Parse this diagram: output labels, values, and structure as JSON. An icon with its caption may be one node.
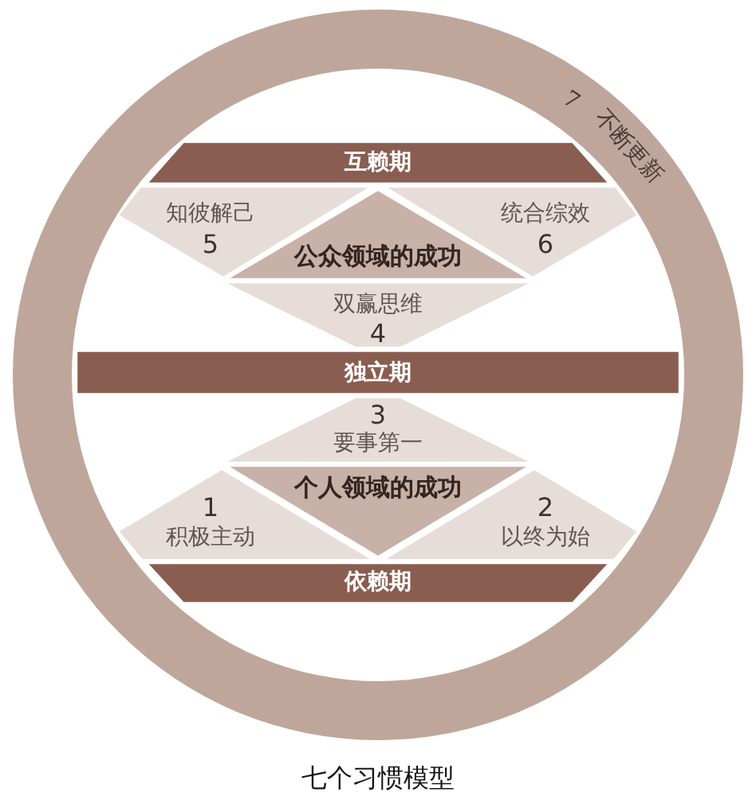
{
  "diagram": {
    "caption": "七个习惯模型",
    "nodes": [
      {
        "text": [
          "7",
          "不断更新"
        ]
      },
      {
        "text": [
          "互赖期"
        ],
        "in": 0
      },
      {
        "text": [
          "知彼解己",
          "5"
        ],
        "in": 0
      },
      {
        "text": [
          "统合综效",
          "6"
        ],
        "in": 0
      },
      {
        "text": [
          "公众领域的成功"
        ],
        "in": 0
      },
      {
        "text": [
          "双赢思维",
          "4"
        ],
        "in": 0
      },
      {
        "text": [
          "独立期"
        ],
        "in": 0
      },
      {
        "text": [
          "3",
          "要事第一"
        ],
        "in": 0
      },
      {
        "text": [
          "个人领域的成功"
        ],
        "in": 0
      },
      {
        "text": [
          "1",
          "积极主动"
        ],
        "in": 0
      },
      {
        "text": [
          "2",
          "以终为始"
        ],
        "in": 0
      },
      {
        "text": [
          "依赖期"
        ],
        "in": 0
      }
    ]
  }
}
